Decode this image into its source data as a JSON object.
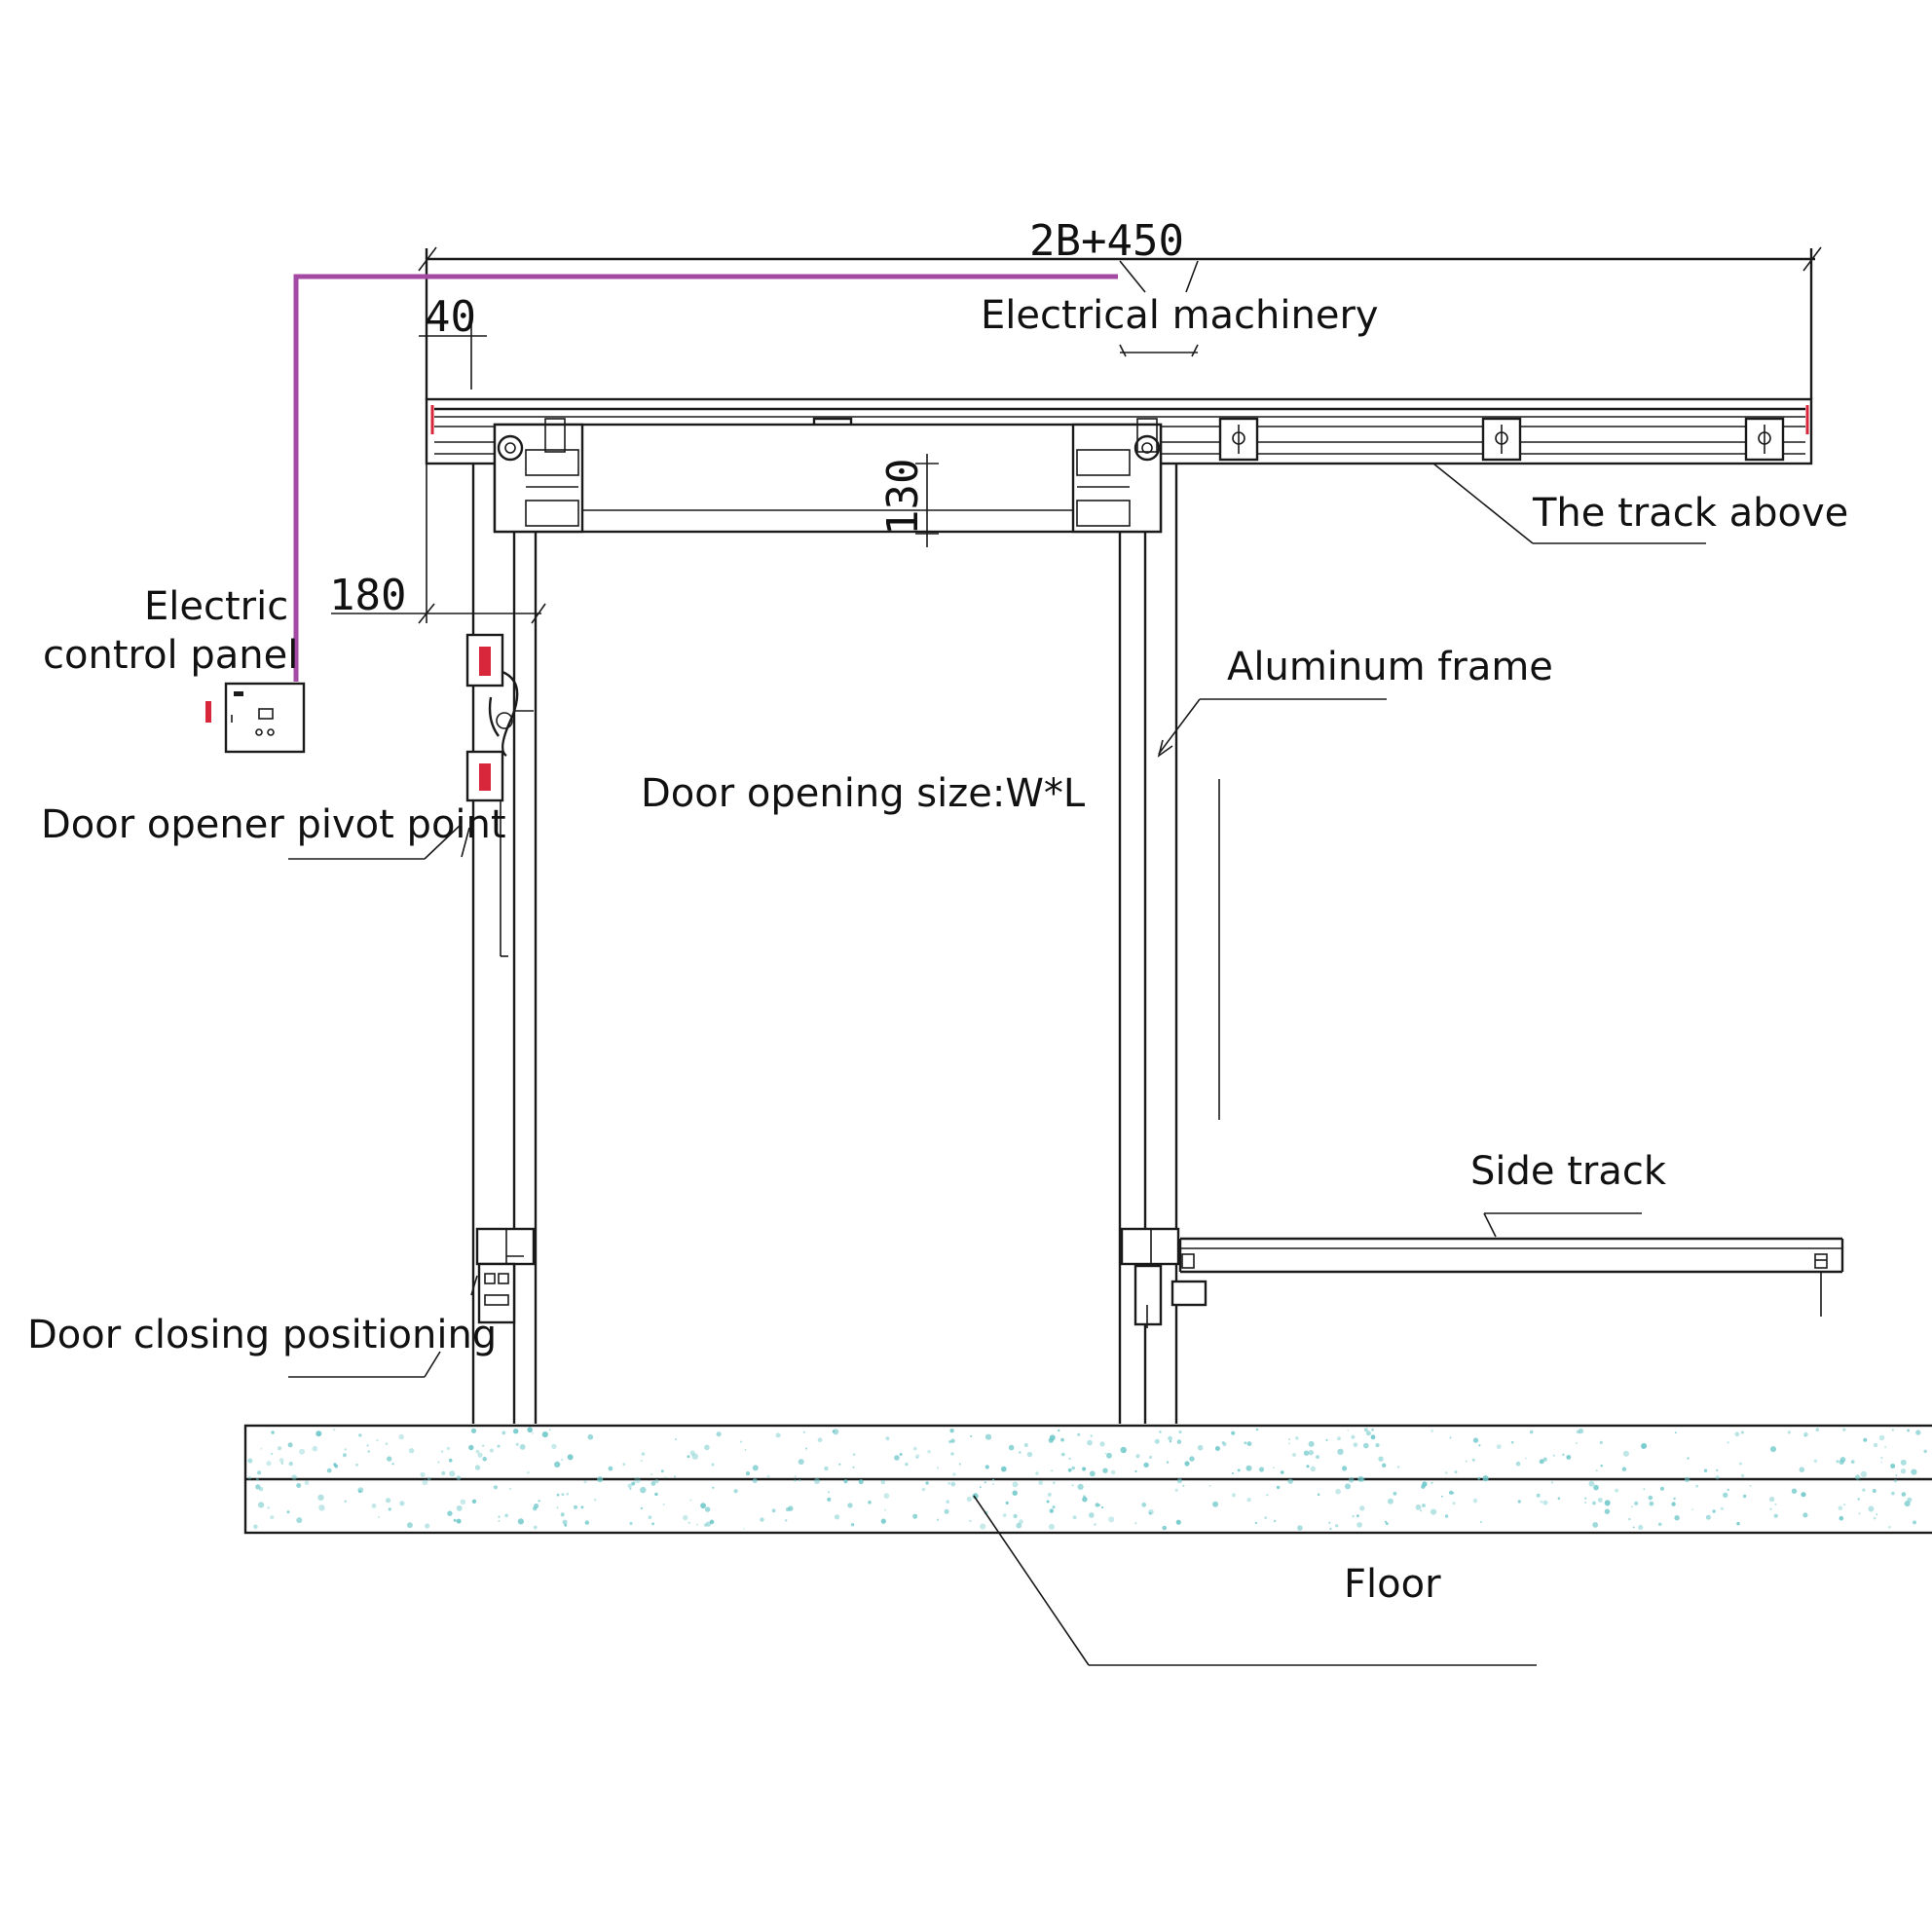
{
  "labels": {
    "dim_total": "2B+450",
    "electrical_machinery": "Electrical machinery",
    "dim_40": "40",
    "track_above": "The track above",
    "dim_130": "130",
    "dim_180": "180",
    "electric": "Electric",
    "control_panel": "control panel",
    "aluminum_frame": "Aluminum frame",
    "door_opening": "Door opening size:W*L",
    "pivot_point": "Door opener pivot point",
    "side_track": "Side track",
    "closing_positioning": "Door closing positioning",
    "floor": "Floor"
  },
  "colors": {
    "cable": "#a44aa4",
    "line": "#1a1a1a",
    "floor_speckle": "#6cc7c9",
    "accent_red": "#d8263a"
  }
}
